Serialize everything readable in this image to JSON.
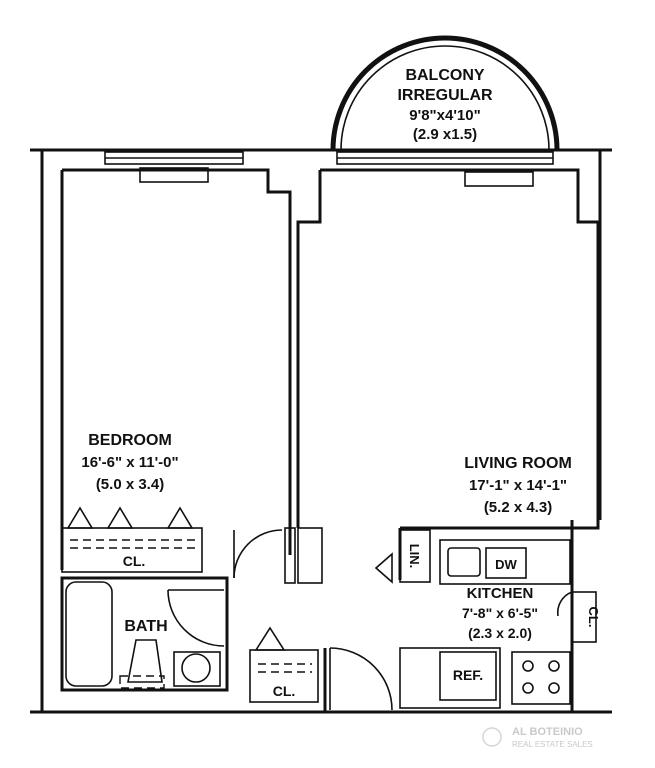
{
  "rooms": {
    "balcony": {
      "name": "BALCONY",
      "name2": "IRREGULAR",
      "dims": "9'8\"x4'10\"",
      "metric": "(2.9 x1.5)"
    },
    "bedroom": {
      "name": "BEDROOM",
      "dims": "16'-6\" x 11'-0\"",
      "metric": "(5.0 x 3.4)"
    },
    "living_room": {
      "name": "LIVING ROOM",
      "dims": "17'-1\" x 14'-1\"",
      "metric": "(5.2 x 4.3)"
    },
    "kitchen": {
      "name": "KITCHEN",
      "dims": "7'-8\" x 6'-5\"",
      "metric": "(2.3 x 2.0)"
    },
    "bath": {
      "name": "BATH"
    }
  },
  "fixtures": {
    "bedroom_closet": "CL.",
    "hall_closet": "CL.",
    "kitchen_closet": "CL.",
    "linen": "LIN.",
    "dishwasher": "DW",
    "refrigerator": "REF."
  },
  "watermark": {
    "line1": "AL BOTEINIO",
    "line2": "REAL ESTATE SALES"
  }
}
